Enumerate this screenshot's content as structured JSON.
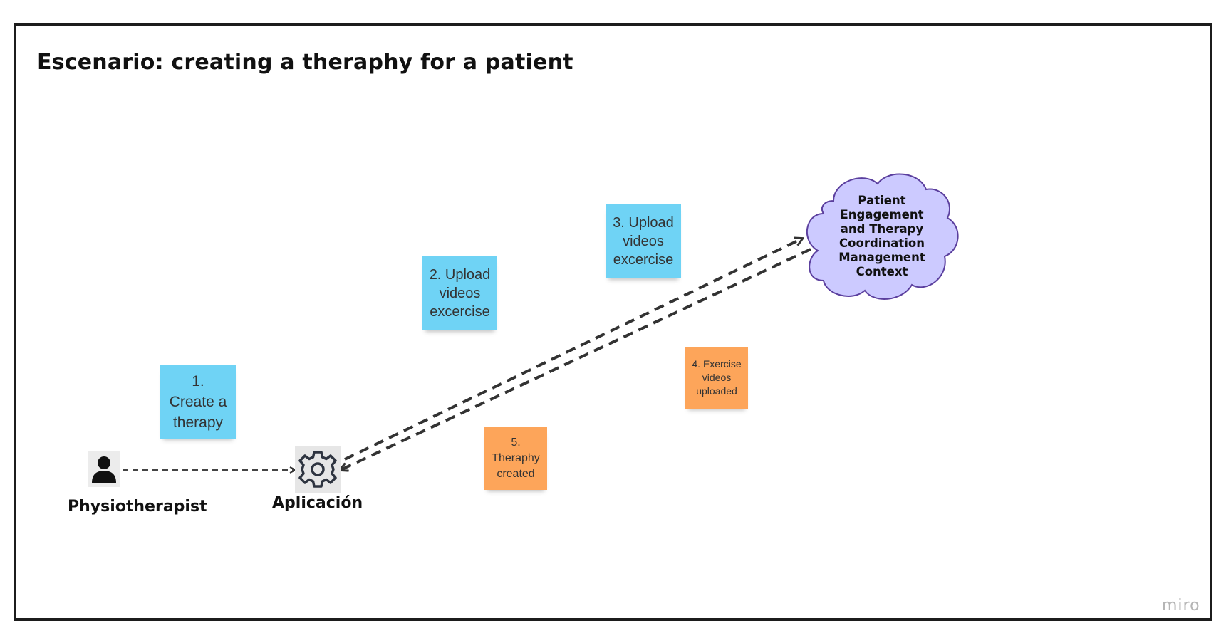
{
  "title": "Escenario: creating a theraphy for a patient",
  "actors": {
    "physiotherapist": {
      "label": "Physiotherapist",
      "icon": "person-icon"
    },
    "application": {
      "label": "Aplicación",
      "icon": "gear-icon"
    }
  },
  "context": {
    "label": "Patient\nEngagement\nand Therapy\nCoordination\nManagement\nContext",
    "fill": "#cccaff",
    "stroke": "#5b3f9e"
  },
  "commands": [
    {
      "text": "1.\nCreate a\ntherapy",
      "color": "#6fd3f5"
    },
    {
      "text": "2. Upload\nvideos\nexcercise",
      "color": "#6fd3f5"
    },
    {
      "text": "3. Upload\nvideos\nexcercise",
      "color": "#6fd3f5"
    }
  ],
  "events": [
    {
      "text": "4. Exercise\nvideos\nuploaded",
      "color": "#fda55a"
    },
    {
      "text": "5.\nTheraphy\ncreated",
      "color": "#fda55a"
    }
  ],
  "watermark": "miro"
}
